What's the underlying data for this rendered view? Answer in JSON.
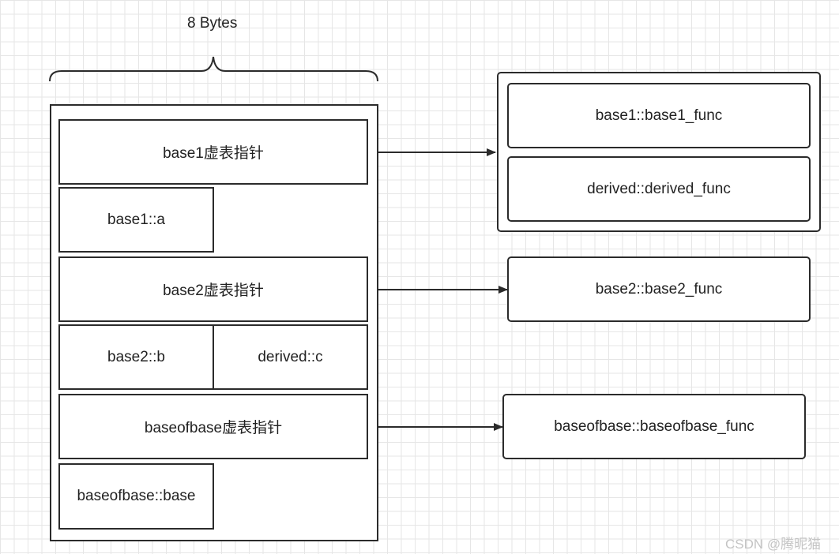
{
  "width_label": "8 Bytes",
  "memory_layout": {
    "base1_vptr": "base1虚表指针",
    "base1_a": "base1::a",
    "base2_vptr": "base2虚表指针",
    "base2_b": "base2::b",
    "derived_c": "derived::c",
    "baseofbase_vptr": "baseofbase虚表指针",
    "baseofbase_base": "baseofbase::base"
  },
  "vtables": {
    "base1": [
      "base1::base1_func",
      "derived::derived_func"
    ],
    "base2": [
      "base2::base2_func"
    ],
    "baseofbase": [
      "baseofbase::baseofbase_func"
    ]
  },
  "watermark": "CSDN @腾昵猫",
  "colors": {
    "stroke": "#2b2b2b",
    "grid": "#e6e6e6",
    "background": "#ffffff",
    "watermark": "#c4c4c4"
  }
}
